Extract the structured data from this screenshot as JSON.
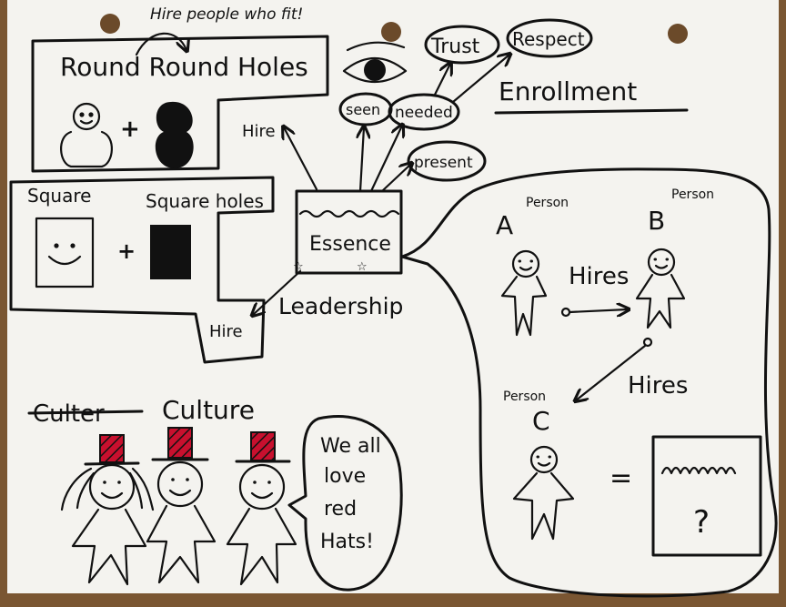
{
  "colors": {
    "paper": "#f4f3ef",
    "ink": "#111111",
    "table_wood": "#7a5632",
    "hat_red": "#c8102e"
  },
  "top": {
    "annotation": "Hire people who fit!",
    "round_holes": "Round Round Holes",
    "enrollment": "Enrollment"
  },
  "bubbles": {
    "trust": "Trust",
    "respect": "Respect",
    "seen": "seen",
    "needed": "needed",
    "present": "present"
  },
  "left": {
    "hire_top": "Hire",
    "square_label": "Square",
    "square_holes_label": "Square holes",
    "hire_bottom": "Hire"
  },
  "center": {
    "essence": "Essence",
    "leadership": "Leadership"
  },
  "right": {
    "person_a_caption": "Person",
    "person_a_letter": "A",
    "person_b_caption": "Person",
    "person_b_letter": "B",
    "hires_1": "Hires",
    "hires_2": "Hires",
    "person_c_caption": "Person",
    "person_c_letter": "C",
    "equals": "=",
    "question": "?"
  },
  "culture": {
    "struck": "Culter",
    "title": "Culture",
    "speech": [
      "We all",
      "love",
      "red",
      "Hats!"
    ]
  }
}
